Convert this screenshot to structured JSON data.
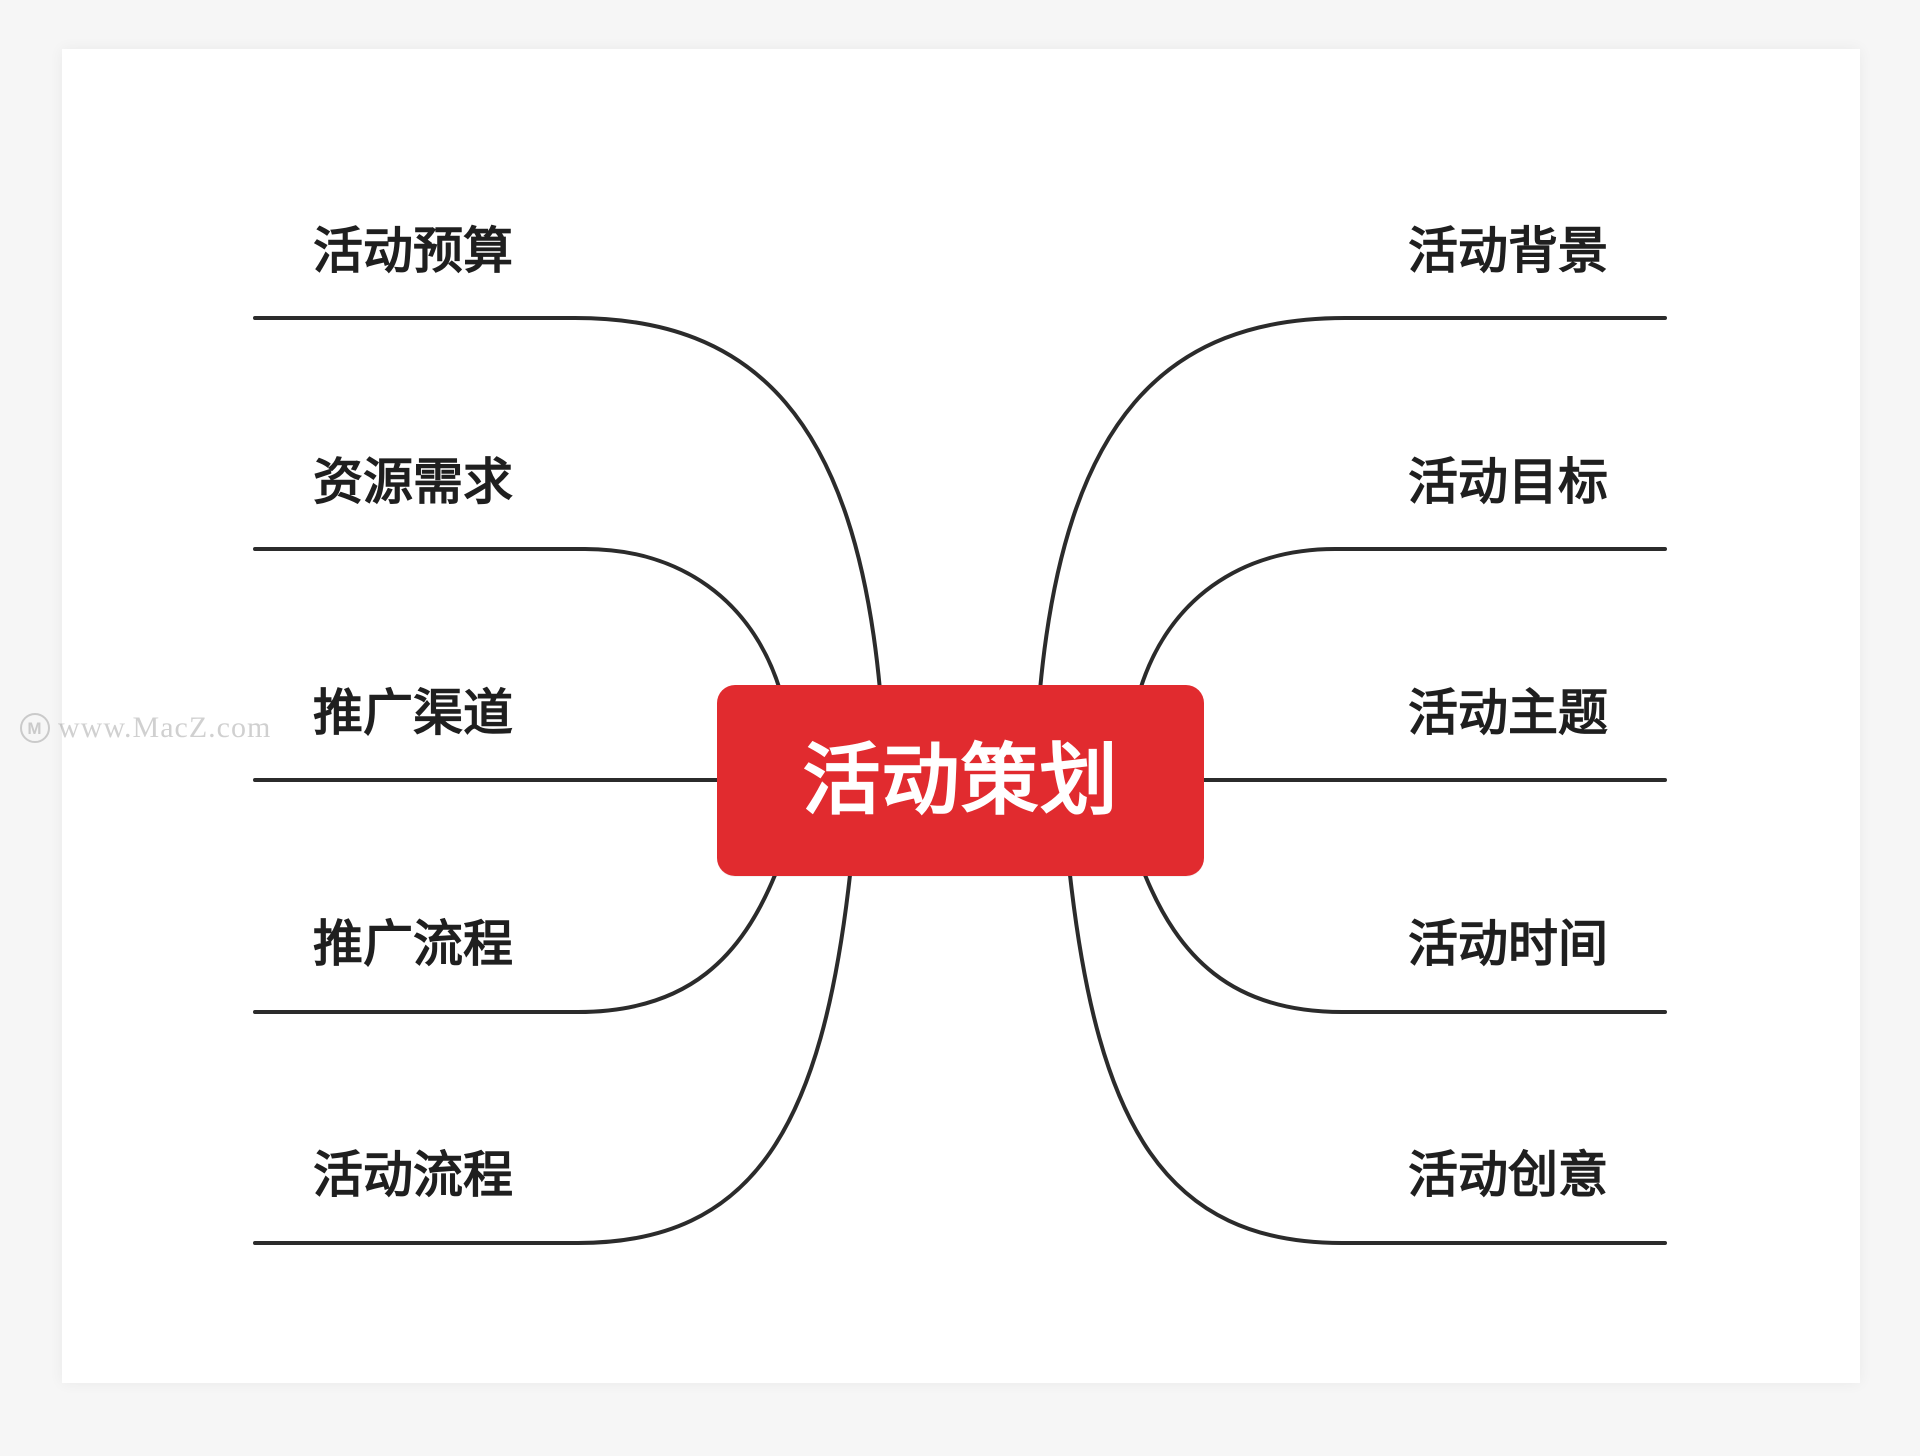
{
  "diagram": {
    "center": {
      "label": "活动策划",
      "color": "#e12b2f"
    },
    "left_branches": [
      {
        "label": "活动预算"
      },
      {
        "label": "资源需求"
      },
      {
        "label": "推广渠道"
      },
      {
        "label": "推广流程"
      },
      {
        "label": "活动流程"
      }
    ],
    "right_branches": [
      {
        "label": "活动背景"
      },
      {
        "label": "活动目标"
      },
      {
        "label": "活动主题"
      },
      {
        "label": "活动时间"
      },
      {
        "label": "活动创意"
      }
    ]
  },
  "watermark": {
    "text": "www.MacZ.com",
    "icon": "macz-logo-icon"
  }
}
